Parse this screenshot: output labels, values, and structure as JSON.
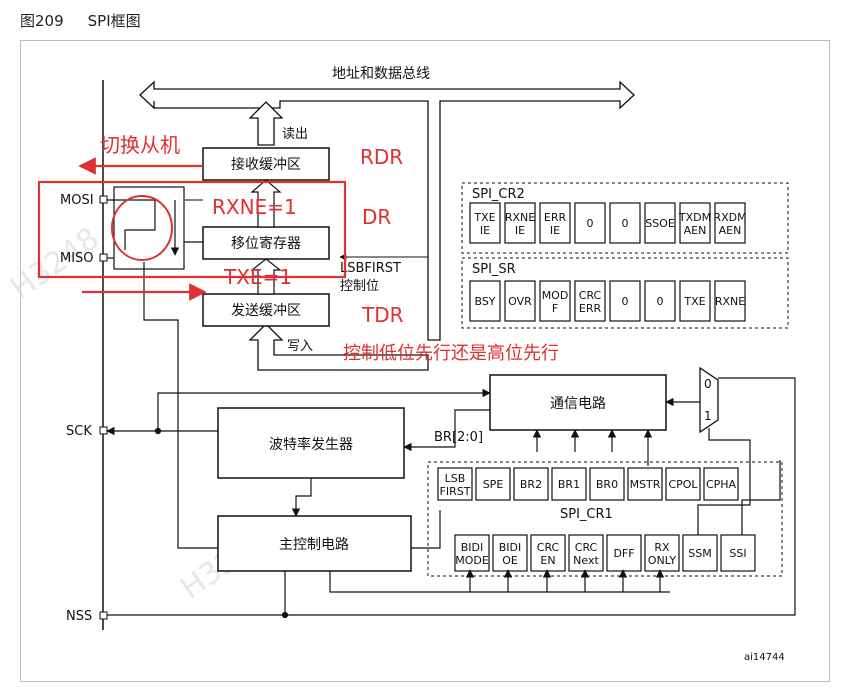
{
  "figure": {
    "number": "图209",
    "title": "SPI框图",
    "id_code": "ai14744"
  },
  "bus": {
    "label": "地址和数据总线"
  },
  "pins": {
    "mosi": "MOSI",
    "miso": "MISO",
    "sck": "SCK",
    "nss": "NSS"
  },
  "buffers": {
    "rx": "接收缓冲区",
    "shift": "移位寄存器",
    "tx": "发送缓冲区",
    "read": "读出",
    "write": "写入",
    "lsb_first_line1": "LSBFIRST",
    "lsb_first_line2": "控制位"
  },
  "blocks": {
    "comm": "通信电路",
    "baud": "波特率发生器",
    "master": "主控制电路",
    "br_bits": "BR[2:0]"
  },
  "mux": {
    "zero": "0",
    "one": "1"
  },
  "cr2": {
    "name": "SPI_CR2",
    "bits": [
      [
        "TXE",
        "IE"
      ],
      [
        "RXNE",
        "IE"
      ],
      [
        "ERR",
        "IE"
      ],
      [
        "0"
      ],
      [
        "0"
      ],
      [
        "SSOE"
      ],
      [
        "TXDM",
        "AEN"
      ],
      [
        "RXDM",
        "AEN"
      ]
    ]
  },
  "sr": {
    "name": "SPI_SR",
    "bits": [
      [
        "BSY"
      ],
      [
        "OVR"
      ],
      [
        "MOD",
        "F"
      ],
      [
        "CRC",
        "ERR"
      ],
      [
        "0"
      ],
      [
        "0"
      ],
      [
        "TXE"
      ],
      [
        "RXNE"
      ]
    ]
  },
  "cr1": {
    "name": "SPI_CR1",
    "top_bits": [
      [
        "LSB",
        "FIRST"
      ],
      [
        "SPE"
      ],
      [
        "BR2"
      ],
      [
        "BR1"
      ],
      [
        "BR0"
      ],
      [
        "MSTR"
      ],
      [
        "CPOL"
      ],
      [
        "CPHA"
      ]
    ],
    "bottom_bits": [
      [
        "BIDI",
        "MODE"
      ],
      [
        "BIDI",
        "OE"
      ],
      [
        "CRC",
        "EN"
      ],
      [
        "CRC",
        "Next"
      ],
      [
        "DFF"
      ],
      [
        "RX",
        "ONLY"
      ],
      [
        "SSM"
      ],
      [
        "SSI"
      ]
    ]
  },
  "annotations": {
    "switch_slave": "切换从机",
    "rdr": "RDR",
    "dr": "DR",
    "tdr": "TDR",
    "rxne": "RXNE=1",
    "txe": "TXE=1",
    "bit_order": "控制低位先行还是高位先行"
  },
  "watermark": "H3248",
  "colors": {
    "annotation": "#e03030",
    "line": "#111111",
    "frame": "#bdbdbd"
  }
}
